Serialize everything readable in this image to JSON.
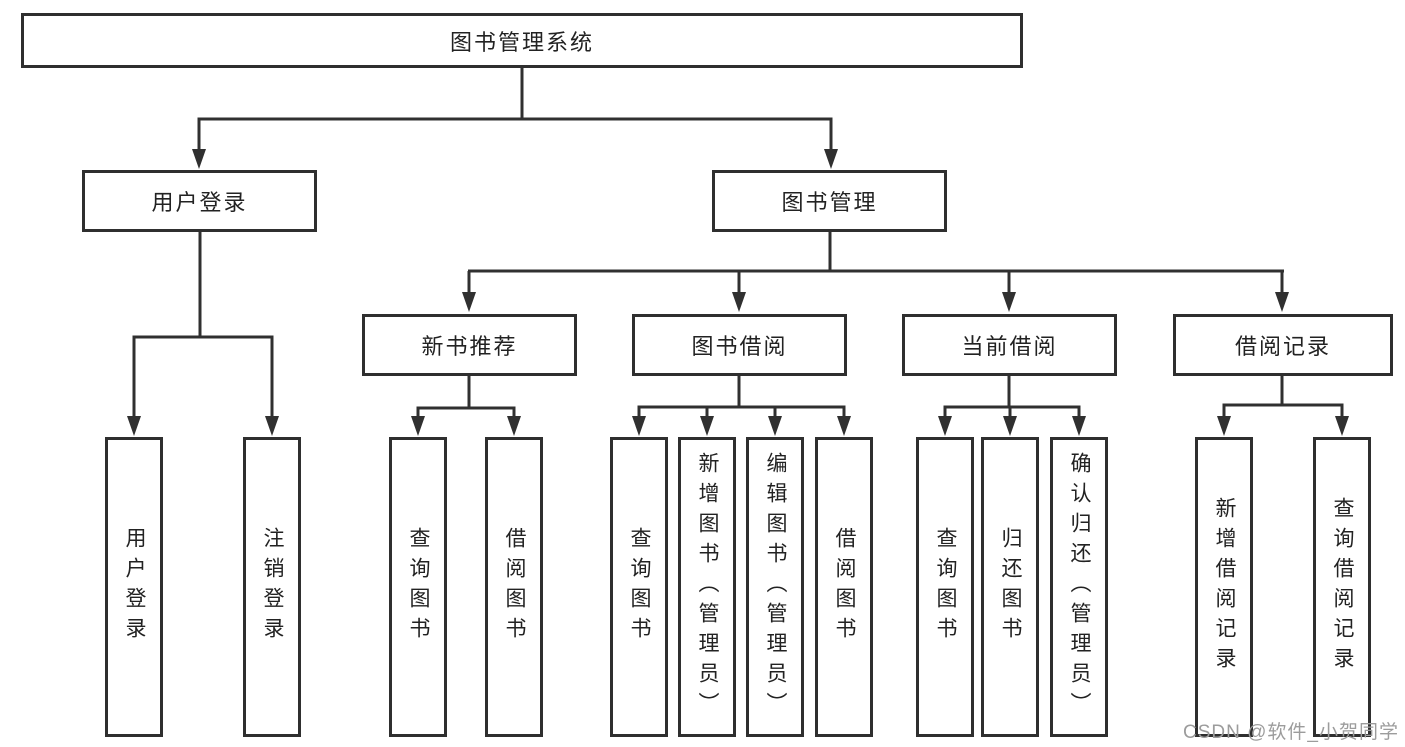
{
  "diagram": {
    "title": "图书管理系统",
    "nodes": {
      "root": "图书管理系统",
      "user_login": "用户登录",
      "book_mgmt": "图书管理",
      "new_book_rec": "新书推荐",
      "book_borrow": "图书借阅",
      "current_borrow": "当前借阅",
      "borrow_records": "借阅记录",
      "leaf_user_login": "用户登录",
      "leaf_logout": "注销登录",
      "leaf_rec_query_book": "查询图书",
      "leaf_rec_borrow_book": "借阅图书",
      "leaf_bb_query_book": "查询图书",
      "leaf_bb_add_book": "新增图书（管理员）",
      "leaf_bb_edit_book": "编辑图书（管理员）",
      "leaf_bb_borrow_book": "借阅图书",
      "leaf_cb_query_book": "查询图书",
      "leaf_cb_return_book": "归还图书",
      "leaf_cb_confirm_return": "确认归还（管理员）",
      "leaf_br_add_record": "新增借阅记录",
      "leaf_br_query_record": "查询借阅记录"
    },
    "colors": {
      "line": "#303030",
      "border": "#2f2f2f",
      "text": "#222222",
      "watermark": "#9c9c9c",
      "background": "#ffffff"
    }
  },
  "watermark": "CSDN @软件_小贺同学"
}
